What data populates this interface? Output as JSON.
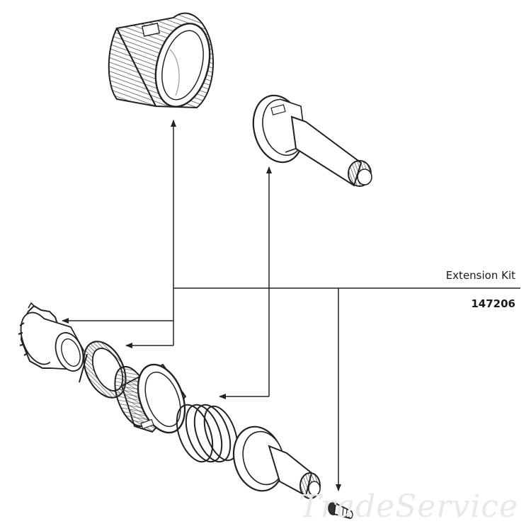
{
  "kit": {
    "title": "Extension Kit",
    "part_number": "147206"
  },
  "watermark": "TradeService",
  "colors": {
    "line": "#222222",
    "shade": "#9a9a9a",
    "watermark": "#e8e8e8"
  },
  "parts": [
    {
      "id": "threaded-sleeve",
      "icon": "threaded-sleeve-icon"
    },
    {
      "id": "stem-extension",
      "icon": "stem-extension-icon"
    },
    {
      "id": "cartridge-adapter",
      "icon": "cartridge-adapter-icon"
    },
    {
      "id": "lock-ring",
      "icon": "lock-ring-icon"
    },
    {
      "id": "bonnet-nut",
      "icon": "bonnet-nut-icon"
    },
    {
      "id": "spring",
      "icon": "spring-icon"
    },
    {
      "id": "valve-stem",
      "icon": "valve-stem-icon"
    },
    {
      "id": "screw",
      "icon": "screw-icon"
    }
  ]
}
